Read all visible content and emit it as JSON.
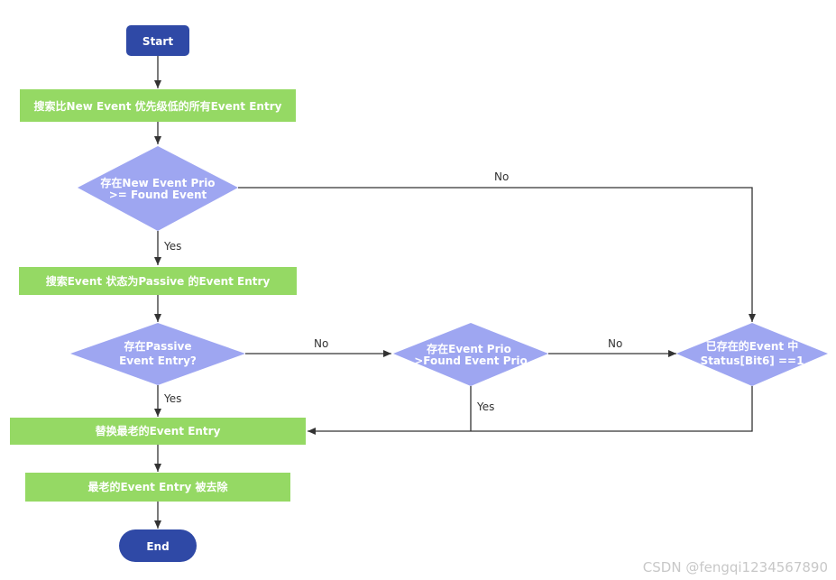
{
  "nodes": {
    "start": "Start",
    "search_low": "搜索比New Event 优先级低的所有Event Entry",
    "decision_prio": [
      "存在New Event Prio",
      ">= Found Event"
    ],
    "search_passive": "搜索Event 状态为Passive 的Event Entry",
    "decision_passive": [
      "存在Passive",
      "Event Entry?"
    ],
    "decision_found_prio": [
      "存在Event Prio",
      ">Found Event Prio"
    ],
    "decision_status": [
      "已存在的Event 中",
      "Status[Bit6] ==1"
    ],
    "replace_oldest": "替换最老的Event Entry",
    "oldest_removed": "最老的Event Entry 被去除",
    "end": "End"
  },
  "edges": {
    "no1": "No",
    "yes1": "Yes",
    "no2": "No",
    "yes2": "Yes",
    "no3": "No",
    "yes3": "Yes"
  },
  "watermark": "CSDN @fengqi1234567890",
  "colors": {
    "terminal": "#2f49a6",
    "process": "#95d964",
    "decision": "#9ea6f1",
    "line": "#333333"
  }
}
